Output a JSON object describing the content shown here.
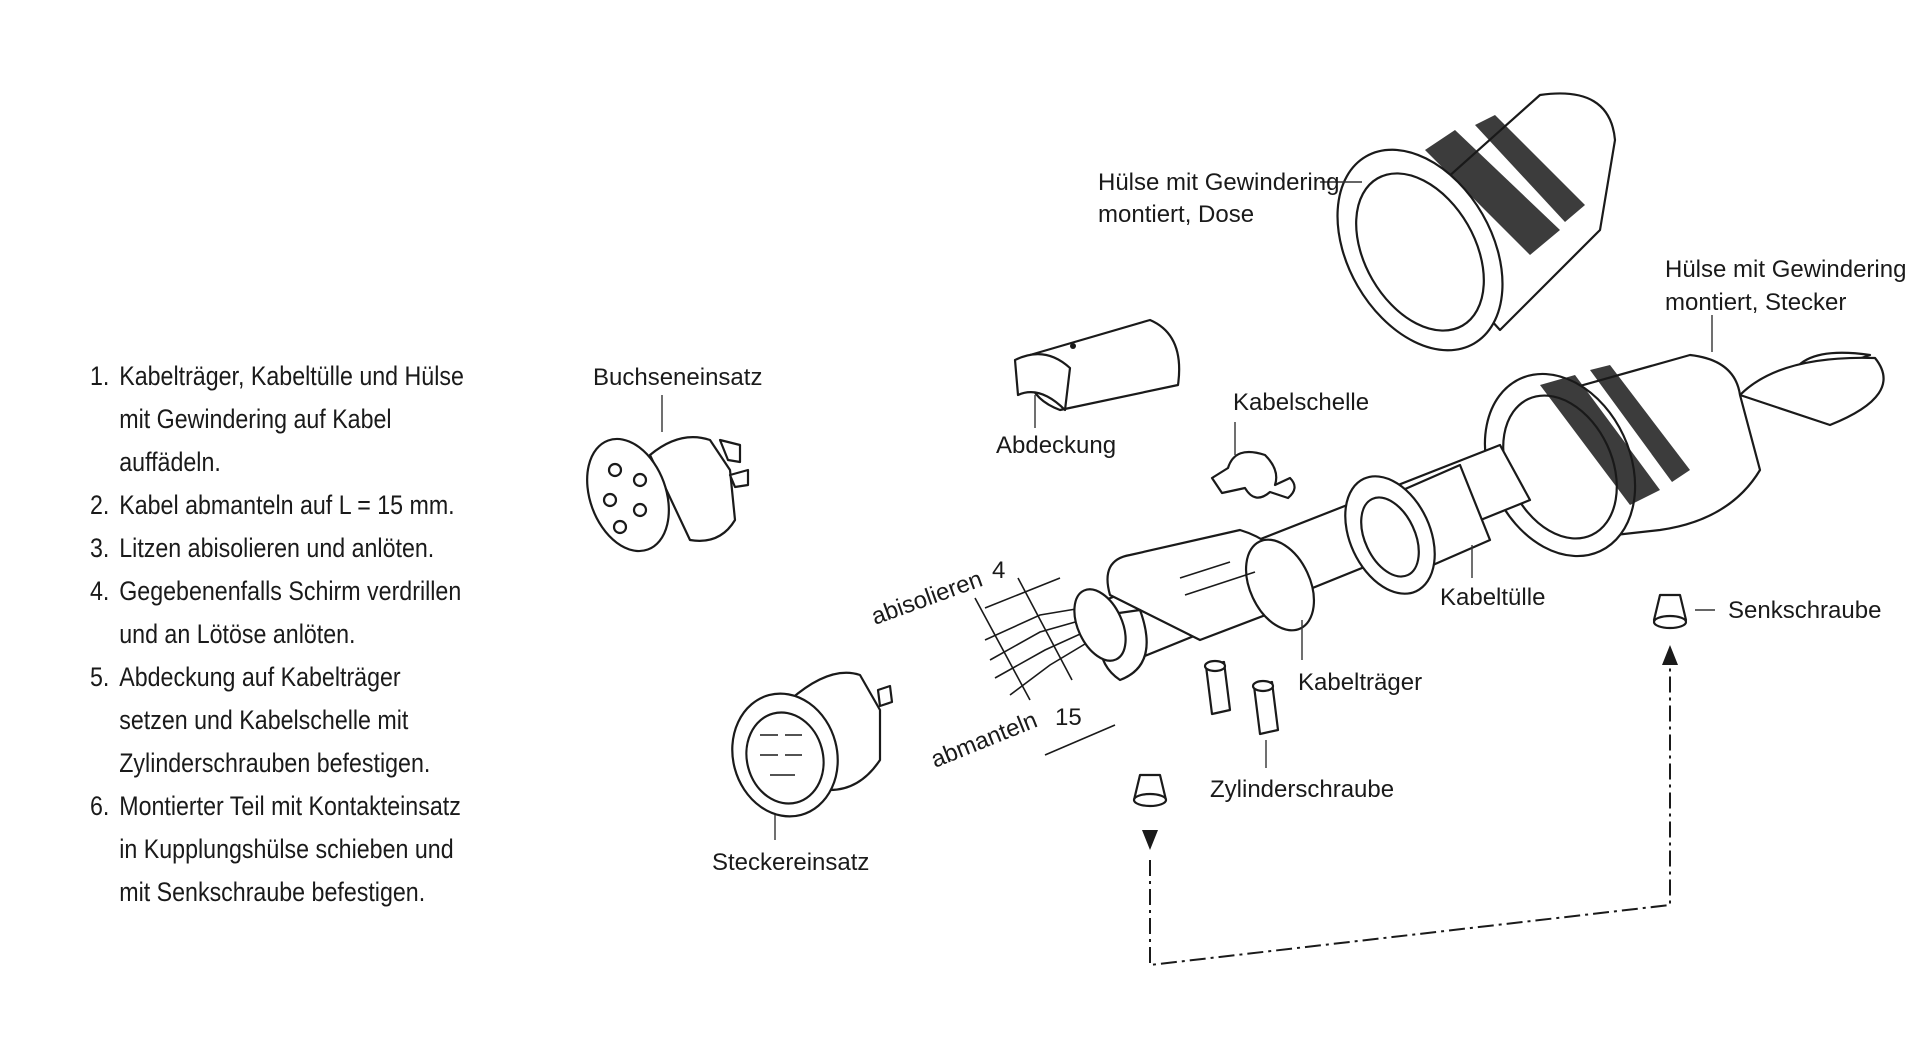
{
  "steps": [
    {
      "num": "1.",
      "text": "Kabelträger, Kabeltülle und Hülse mit Gewindering auf Kabel auffädeln."
    },
    {
      "num": "2.",
      "text": "Kabel abmanteln auf L = 15 mm."
    },
    {
      "num": "3.",
      "text": "Litzen abisolieren und anlöten."
    },
    {
      "num": "4.",
      "text": "Gegebenenfalls Schirm verdrillen und an Lötöse anlöten."
    },
    {
      "num": "5.",
      "text": "Abdeckung auf Kabelträger setzen und Kabelschelle mit Zylinderschrauben befestigen."
    },
    {
      "num": "6.",
      "text": "Montierter Teil mit Kontakteinsatz in Kupplungshülse schieben und mit Senkschraube befestigen."
    }
  ],
  "labels": {
    "huelse_dose_1": "Hülse mit Gewindering",
    "huelse_dose_2": "montiert, Dose",
    "huelse_stecker_1": "Hülse mit Gewindering",
    "huelse_stecker_2": "montiert, Stecker",
    "buchseneinsatz": "Buchseneinsatz",
    "abdeckung": "Abdeckung",
    "kabelschelle": "Kabelschelle",
    "kabeltuelle": "Kabeltülle",
    "senkschraube": "Senkschraube",
    "kabeltraeger": "Kabelträger",
    "zylinderschraube": "Zylinderschraube",
    "steckereinsatz": "Steckereinsatz",
    "abisolieren": "abisolieren",
    "abmanteln": "abmanteln",
    "dim_4": "4",
    "dim_15": "15"
  }
}
